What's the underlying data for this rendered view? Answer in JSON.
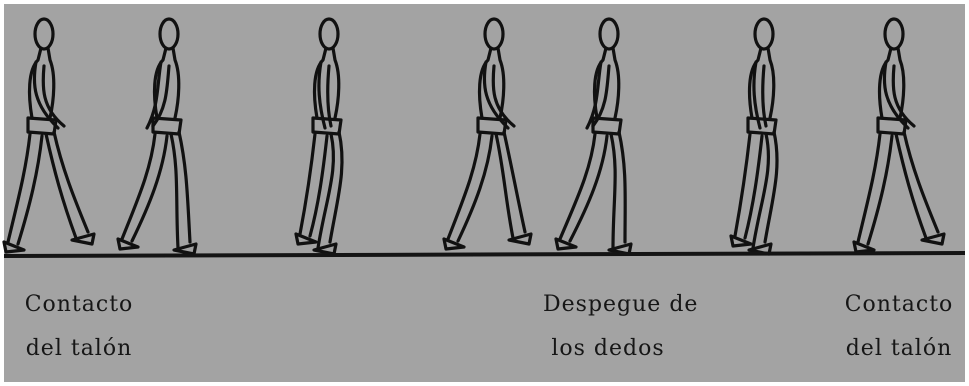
{
  "figure": {
    "colors": {
      "background": "#a3a3a3",
      "ink": "#111111",
      "ground": "#141414"
    },
    "walker_count": 7
  },
  "labels": {
    "heel_strike_start": {
      "line1": "Contacto",
      "line2": "del talón"
    },
    "toe_off": {
      "line1": "Despegue de",
      "line2": "los dedos"
    },
    "heel_strike_end": {
      "line1": "Contacto",
      "line2": "del talón"
    }
  }
}
